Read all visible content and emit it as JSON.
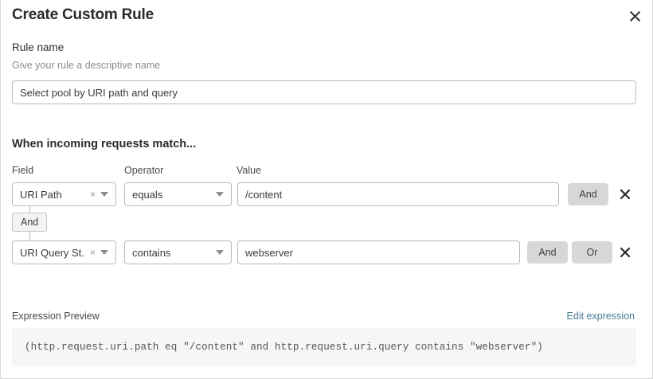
{
  "dialog": {
    "title": "Create Custom Rule",
    "close_icon": "close-icon"
  },
  "rule_name": {
    "label": "Rule name",
    "help_text": "Give your rule a descriptive name",
    "value": "Select pool by URI path and query",
    "placeholder": "Select pool by URI path and query"
  },
  "match_section": {
    "heading": "When incoming requests match...",
    "columns": {
      "field": "Field",
      "operator": "Operator",
      "value": "Value"
    },
    "rows": [
      {
        "field": "URI Path",
        "clear_icon": "×",
        "operator": "equals",
        "value": "/content",
        "buttons": [
          "And"
        ],
        "delete_icon": "close-icon"
      },
      {
        "field": "URI Query St...",
        "clear_icon": "×",
        "operator": "contains",
        "value": "webserver",
        "buttons": [
          "And",
          "Or"
        ],
        "delete_icon": "close-icon"
      }
    ],
    "connector_label": "And"
  },
  "expression_preview": {
    "label": "Expression Preview",
    "edit_link": "Edit expression",
    "expression": "(http.request.uri.path eq \"/content\" and http.request.uri.query contains \"webserver\")"
  },
  "colors": {
    "accent_link": "#4a7d96",
    "button_grey": "#d7d7d7",
    "preview_bg": "#f6f6f6",
    "border": "#b9b9b9"
  }
}
